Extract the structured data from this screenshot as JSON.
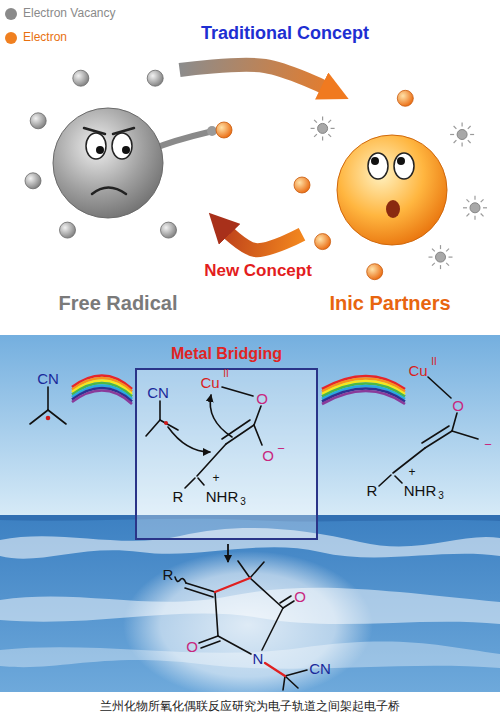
{
  "diagram": {
    "caption": "兰州化物所氧化偶联反应研究为电子轨道之间架起电子桥",
    "nodes": [
      {
        "text": [
          "Free Radical"
        ]
      },
      {
        "text": [
          "Inic Partners"
        ]
      },
      {
        "text": [
          "Metal Bridging"
        ]
      }
    ],
    "edges": [
      {
        "from": 0,
        "to": 1,
        "arrow": "to",
        "label": "Traditional Concept"
      },
      {
        "from": 1,
        "to": 0,
        "arrow": "to",
        "label": "New Concept"
      }
    ],
    "labels": [
      "CN",
      "Cu",
      "II",
      "CN",
      "O",
      "O",
      "−",
      "+",
      "R",
      "NHR",
      "3",
      "Cu",
      "II",
      "O",
      "−",
      "+",
      "R",
      "NHR",
      "3",
      "R",
      "O",
      "O",
      "N",
      "CN"
    ],
    "legend": [
      {
        "text": "Electron Vacancy",
        "color": "#8a8a8a"
      },
      {
        "text": "Electron",
        "color": "#f08020"
      }
    ]
  }
}
